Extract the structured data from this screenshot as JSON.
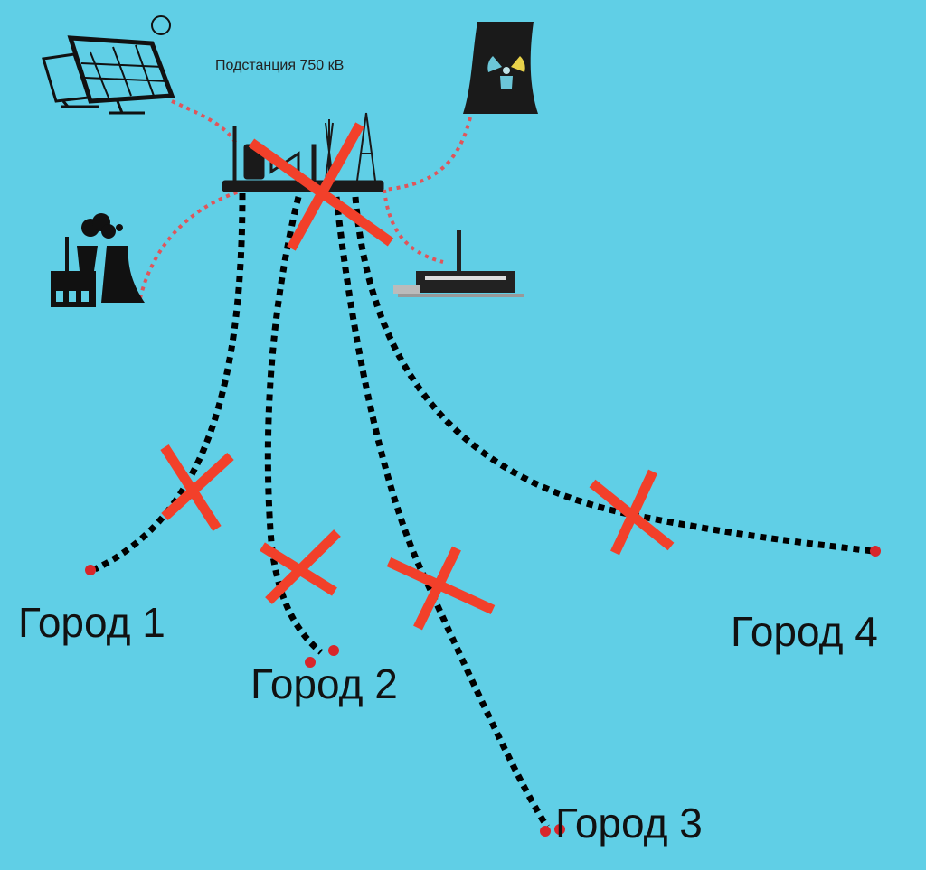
{
  "substation_label": "Подстанция 750 кВ",
  "cities": [
    {
      "label": "Город 1"
    },
    {
      "label": "Город 2"
    },
    {
      "label": "Город 3"
    },
    {
      "label": "Город 4"
    }
  ],
  "colors": {
    "background": "#60cfe6",
    "cross": "#f2402a",
    "line": "#000000",
    "dot": "#d8262a"
  },
  "icons": [
    "solar-panel-icon",
    "nuclear-plant-icon",
    "thermal-plant-icon",
    "factory-icon",
    "substation-icon"
  ]
}
